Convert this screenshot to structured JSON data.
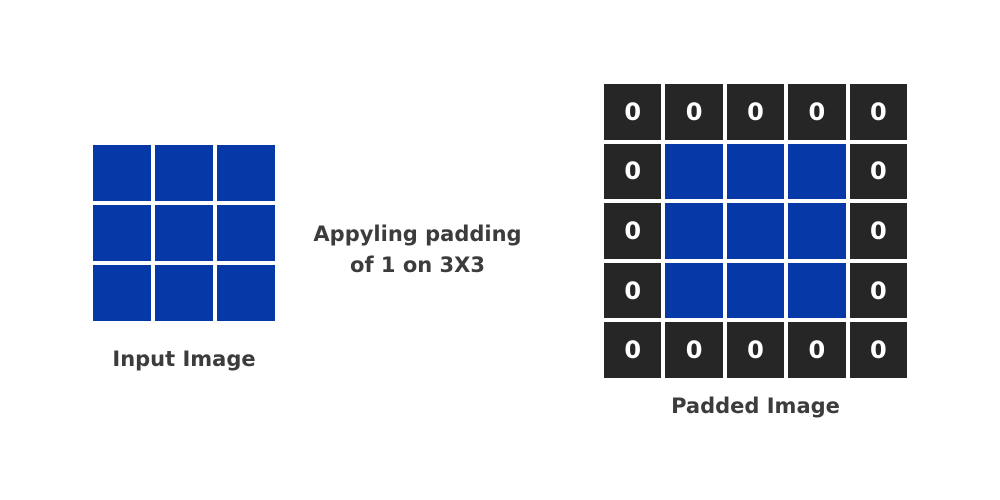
{
  "input": {
    "label": "Input Image",
    "color": "#0638a7",
    "rows": 3,
    "cols": 3
  },
  "caption": {
    "line1": "Appyling padding",
    "line2": "of 1 on 3X3"
  },
  "padded": {
    "label": "Padded Image",
    "pad_value": "0",
    "pad_color": "#262626",
    "inner_color": "#0638a7",
    "size": 5,
    "padding": 1
  }
}
